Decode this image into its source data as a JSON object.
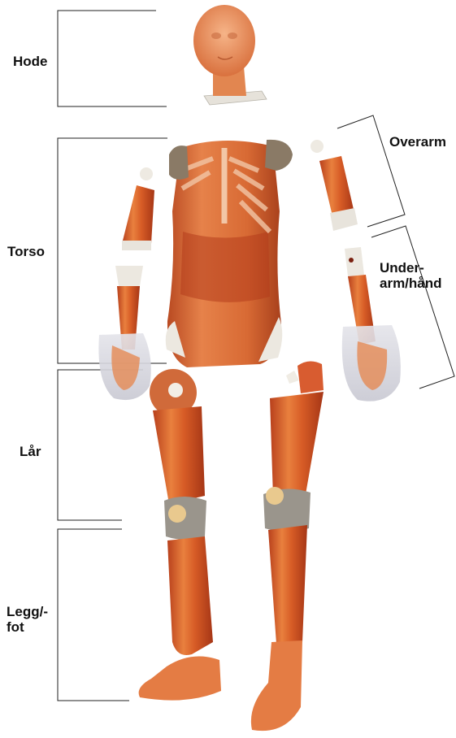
{
  "labels": {
    "head": "Hode",
    "upper_arm": "Overarm",
    "torso": "Torso",
    "forearm_hand": "Under-\narm/hånd",
    "thigh": "Lår",
    "lower_leg_foot": "Legg/-\nfot"
  },
  "colors": {
    "skin_dark": "#c8461f",
    "skin_mid": "#e0712f",
    "skin_light": "#f0a060",
    "joint_grey": "#9a958c",
    "joint_light": "#e8e4dc",
    "bracket_line": "#222222"
  }
}
